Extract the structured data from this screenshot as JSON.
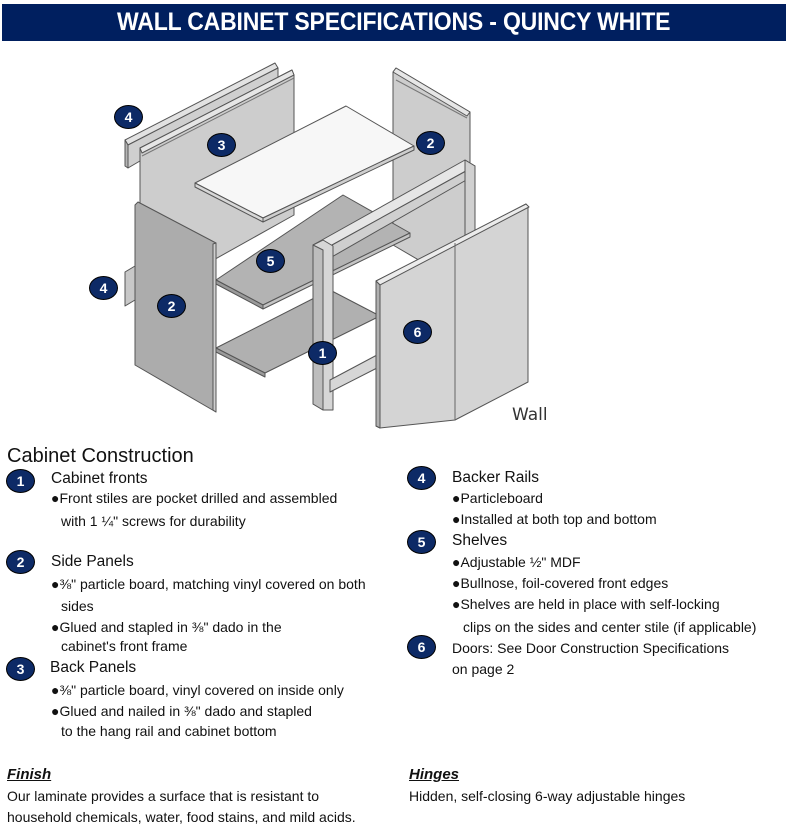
{
  "header": {
    "title": "WALL CABINET SPECIFICATIONS - QUINCY WHITE"
  },
  "colors": {
    "header_bg": "#001f5f",
    "badge_bg": "#0d2a66",
    "panel_light": "#d4d4d4",
    "panel_mid": "#b9b9b9",
    "panel_dark": "#a9a9a9",
    "shelf_white": "#f7f7f7"
  },
  "diagram": {
    "wall_label": "Wall",
    "callouts": [
      {
        "number": "4",
        "part": "backer-rail-top"
      },
      {
        "number": "3",
        "part": "back-panel"
      },
      {
        "number": "2",
        "part": "side-panel-right"
      },
      {
        "number": "5",
        "part": "shelf"
      },
      {
        "number": "4",
        "part": "backer-rail-bottom"
      },
      {
        "number": "2",
        "part": "side-panel-left"
      },
      {
        "number": "6",
        "part": "doors"
      },
      {
        "number": "1",
        "part": "face-frame"
      }
    ]
  },
  "construction": {
    "heading": "Cabinet Construction",
    "items": [
      {
        "number": "1",
        "title": "Cabinet fronts",
        "bullets": [
          {
            "lines": [
              "Front stiles are pocket drilled and assembled",
              "with 1 ¼\" screws for durability"
            ]
          }
        ]
      },
      {
        "number": "2",
        "title": "Side Panels",
        "bullets": [
          {
            "lines": [
              "⅜\" particle board, matching vinyl covered on both",
              "sides"
            ]
          },
          {
            "lines": [
              "Glued and stapled in ⅜\" dado in the",
              "cabinet's front frame"
            ]
          }
        ]
      },
      {
        "number": "3",
        "title": "Back Panels",
        "bullets": [
          {
            "lines": [
              "⅜\" particle board, vinyl covered on inside only"
            ]
          },
          {
            "lines": [
              "Glued and nailed in ⅜\" dado and stapled",
              "to the hang rail and cabinet bottom"
            ]
          }
        ]
      },
      {
        "number": "4",
        "title": "Backer Rails",
        "bullets": [
          {
            "lines": [
              "Particleboard"
            ]
          },
          {
            "lines": [
              "Installed at both top and bottom"
            ]
          }
        ]
      },
      {
        "number": "5",
        "title": "Shelves",
        "bullets": [
          {
            "lines": [
              "Adjustable ½\" MDF"
            ]
          },
          {
            "lines": [
              "Bullnose, foil-covered front edges"
            ]
          },
          {
            "lines": [
              "Shelves are held in place with self-locking",
              "clips on the sides and center stile (if applicable)"
            ]
          }
        ]
      },
      {
        "number": "6",
        "title": "Doors: See Door Construction Specifications",
        "title_line2": "on page 2",
        "bullets": []
      }
    ]
  },
  "finish": {
    "heading": "Finish",
    "text_lines": [
      "Our laminate provides a surface that is resistant to",
      "household chemicals, water, food stains, and mild acids."
    ]
  },
  "hinges": {
    "heading": "Hinges",
    "text": "Hidden, self-closing 6-way adjustable hinges"
  }
}
